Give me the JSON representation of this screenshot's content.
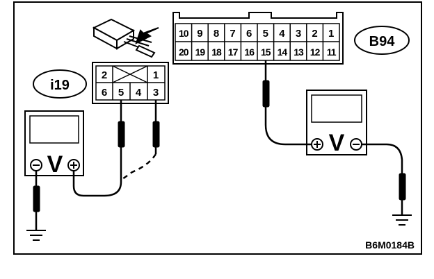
{
  "connector_b94": {
    "label": "B94",
    "top_pins": [
      "10",
      "9",
      "8",
      "7",
      "6",
      "5",
      "4",
      "3",
      "2",
      "1"
    ],
    "bottom_pins": [
      "20",
      "19",
      "18",
      "17",
      "16",
      "15",
      "14",
      "13",
      "12",
      "11"
    ]
  },
  "connector_i19": {
    "label": "i19",
    "top_pins": [
      "2",
      "",
      "1"
    ],
    "bottom_pins": [
      "6",
      "5",
      "4",
      "3"
    ]
  },
  "voltmeter_left": {
    "symbol": "V",
    "neg": "⊖",
    "pos": "⊕"
  },
  "voltmeter_right": {
    "symbol": "V",
    "neg": "⊖",
    "pos": "⊕"
  },
  "figure_code": "B6M0184B"
}
